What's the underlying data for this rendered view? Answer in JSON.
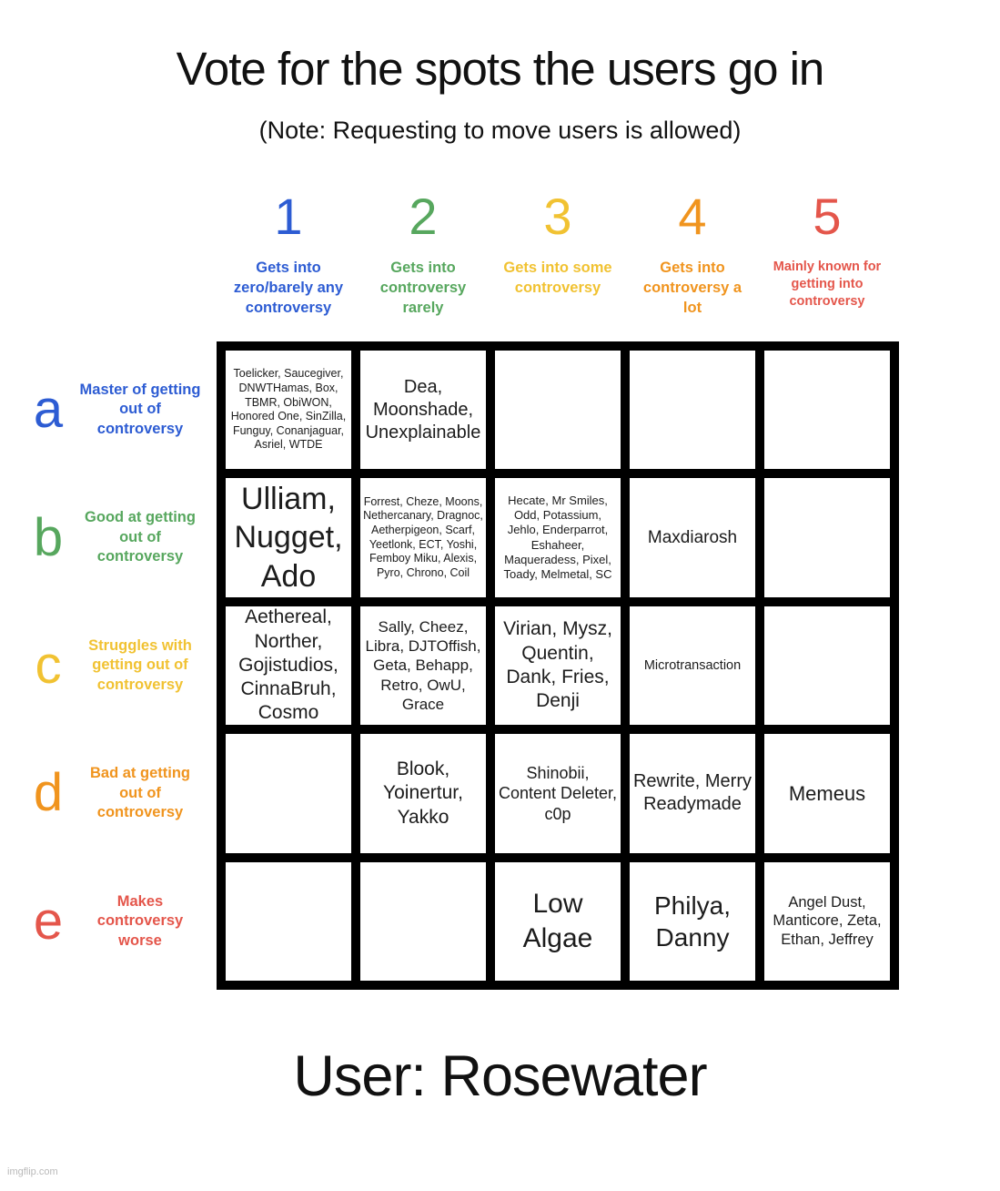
{
  "title": "Vote for the spots the users go in",
  "subtitle": "(Note: Requesting to move users is allowed)",
  "footer": "User: Rosewater",
  "watermark": "imgflip.com",
  "colors": {
    "col1_row_a": "#2d5cd3",
    "col2_row_b": "#57a75e",
    "col3_row_c": "#f1c232",
    "col4_row_d": "#f0941e",
    "col5_row_e": "#e4564b",
    "grid_lines": "#000000",
    "cell_text": "#1c1c1c",
    "background": "#ffffff"
  },
  "columns": [
    {
      "id": "1",
      "label": "Gets into zero/barely any controversy",
      "color": "#2d5cd3"
    },
    {
      "id": "2",
      "label": "Gets into controversy rarely",
      "color": "#57a75e"
    },
    {
      "id": "3",
      "label": "Gets into some controversy",
      "color": "#f1c232"
    },
    {
      "id": "4",
      "label": "Gets into controversy a lot",
      "color": "#f0941e"
    },
    {
      "id": "5",
      "label": "Mainly known for getting into controversy",
      "color": "#e4564b"
    }
  ],
  "rows": [
    {
      "id": "a",
      "label": "Master of getting out of controversy",
      "color": "#2d5cd3"
    },
    {
      "id": "b",
      "label": "Good at getting out of controversy",
      "color": "#57a75e"
    },
    {
      "id": "c",
      "label": "Struggles with getting out of controversy",
      "color": "#f1c232"
    },
    {
      "id": "d",
      "label": "Bad at getting out of controversy",
      "color": "#f0941e"
    },
    {
      "id": "e",
      "label": "Makes controversy worse",
      "color": "#e4564b"
    }
  ],
  "cells": {
    "a1": "Toelicker, Saucegiver, DNWTHamas, Box, TBMR, ObiWON, Honored One, SinZilla, Funguy, Conanjaguar, Asriel, WTDE",
    "a2": "Dea, Moonshade, Unexplainable",
    "a3": "",
    "a4": "",
    "a5": "",
    "b1": "Ulliam, Nugget, Ado",
    "b2": "Forrest, Cheze, Moons, Nethercanary, Dragnoc, Aetherpigeon, Scarf, Yeetlonk, ECT, Yoshi, Femboy Miku, Alexis, Pyro, Chrono, Coil",
    "b3": "Hecate, Mr Smiles, Odd, Potassium, Jehlo, Enderparrot, Eshaheer, Maqueradess, Pixel, Toady, Melmetal, SC",
    "b4": "Maxdiarosh",
    "b5": "",
    "c1": "Aethereal, Norther, Gojistudios, CinnaBruh, Cosmo",
    "c2": "Sally, Cheez, Libra, DJTOffish, Geta, Behapp, Retro, OwU, Grace",
    "c3": "Virian, Mysz, Quentin, Dank, Fries, Denji",
    "c4": "Microtransaction",
    "c5": "",
    "d1": "",
    "d2": "Blook, Yoinertur, Yakko",
    "d3": "Shinobii, Content Deleter, c0p",
    "d4": "Rewrite, Merry Readymade",
    "d5": "Memeus",
    "e1": "",
    "e2": "",
    "e3": "Low Algae",
    "e4": "Philya, Danny",
    "e5": "Angel Dust, Manticore, Zeta, Ethan, Jeffrey"
  },
  "chart_data": {
    "type": "table",
    "title": "Vote for the spots the users go in",
    "subtitle": "(Note: Requesting to move users is allowed)",
    "footer_note": "User: Rosewater",
    "x_categories": [
      "1 Gets into zero/barely any controversy",
      "2 Gets into controversy rarely",
      "3 Gets into some controversy",
      "4 Gets into controversy a lot",
      "5 Mainly known for getting into controversy"
    ],
    "y_categories": [
      "a Master of getting out of controversy",
      "b Good at getting out of controversy",
      "c Struggles with getting out of controversy",
      "d Bad at getting out of controversy",
      "e Makes controversy worse"
    ],
    "values": [
      [
        "Toelicker, Saucegiver, DNWTHamas, Box, TBMR, ObiWON, Honored One, SinZilla, Funguy, Conanjaguar, Asriel, WTDE",
        "Dea, Moonshade, Unexplainable",
        "",
        "",
        ""
      ],
      [
        "Ulliam, Nugget, Ado",
        "Forrest, Cheze, Moons, Nethercanary, Dragnoc, Aetherpigeon, Scarf, Yeetlonk, ECT, Yoshi, Femboy Miku, Alexis, Pyro, Chrono, Coil",
        "Hecate, Mr Smiles, Odd, Potassium, Jehlo, Enderparrot, Eshaheer, Maqueradess, Pixel, Toady, Melmetal, SC",
        "Maxdiarosh",
        ""
      ],
      [
        "Aethereal, Norther, Gojistudios, CinnaBruh, Cosmo",
        "Sally, Cheez, Libra, DJTOffish, Geta, Behapp, Retro, OwU, Grace",
        "Virian, Mysz, Quentin, Dank, Fries, Denji",
        "Microtransaction",
        ""
      ],
      [
        "",
        "Blook, Yoinertur, Yakko",
        "Shinobii, Content Deleter, c0p",
        "Rewrite, Merry Readymade",
        "Memeus"
      ],
      [
        "",
        "",
        "Low Algae",
        "Philya, Danny",
        "Angel Dust, Manticore, Zeta, Ethan, Jeffrey"
      ]
    ],
    "layout": {
      "grid_lines": "thick black",
      "legend": "none",
      "cell_background": "#ffffff"
    }
  }
}
